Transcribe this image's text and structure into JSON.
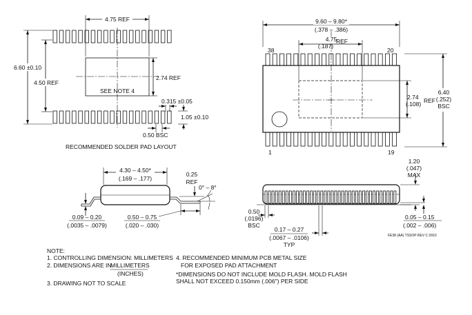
{
  "layout_view": {
    "caption": "RECOMMENDED SOLDER PAD LAYOUT",
    "dim_width_ref": "4.75 REF",
    "dim_total_height": "6.60 ±0.10",
    "dim_inner_height": "4.50 REF",
    "dim_pad_height_ref": "2.74 REF",
    "dim_pad_width": "0.315 ±0.05",
    "dim_pad_length": "1.05 ±0.10",
    "dim_pitch": "0.50 BSC",
    "see_note": "SEE NOTE 4"
  },
  "top_view": {
    "dim_length_mm": "9.60 – 9.80*",
    "dim_length_in": "(.378 – .386)",
    "dim_pad_mm": "4.75",
    "dim_pad_in": "(.187)",
    "dim_pad_ref": "REF",
    "dim_pad_h_mm": "2.74",
    "dim_pad_h_in": "(.108)",
    "dim_pad_h_ref": "REF",
    "dim_width_mm": "6.40",
    "dim_width_in": "(.252)",
    "dim_width_bsc": "BSC",
    "pin_38": "38",
    "pin_20": "20",
    "pin_1": "1",
    "pin_19": "19"
  },
  "side_view": {
    "dim_body_mm": "4.30 – 4.50*",
    "dim_body_in": "(.169 – .177)",
    "dim_lead_mm": "0.09 – 0.20",
    "dim_lead_in": "(.0035 – .0079)",
    "dim_foot_mm": "0.50 – 0.75",
    "dim_foot_in": "(.020 – .030)",
    "dim_gauge": "0.25",
    "dim_gauge_ref": "REF",
    "dim_angle": "0° – 8°"
  },
  "end_view": {
    "dim_height_mm": "1.20",
    "dim_height_in": "(.047)",
    "dim_height_max": "MAX",
    "dim_pitch_mm": "0.50",
    "dim_pitch_in": "(.0196)",
    "dim_pitch_bsc": "BSC",
    "dim_lead_w_mm": "0.17 – 0.27",
    "dim_lead_w_in": "(.0067 – .0106)",
    "dim_lead_w_typ": "TYP",
    "dim_standoff_mm": "0.05 – 0.15",
    "dim_standoff_in": "(.002 – .006)",
    "drawing_id": "FE38 (AA) TSSOP REV C 0910"
  },
  "notes": {
    "title": "NOTE:",
    "n1": "1. CONTROLLING DIMENSION: MILLIMETERS",
    "n2_prefix": "2. DIMENSIONS ARE IN",
    "n2_units": "MILLIMETERS",
    "n2_units_alt": "(INCHES)",
    "n3": "3. DRAWING NOT TO SCALE",
    "n4_line1": "4. RECOMMENDED MINIMUM PCB METAL SIZE",
    "n4_line2": "FOR EXPOSED PAD ATTACHMENT",
    "n5_line1": "*DIMENSIONS DO NOT INCLUDE MOLD FLASH. MOLD FLASH",
    "n5_line2": "SHALL NOT EXCEED 0.150mm (.006\") PER SIDE"
  }
}
